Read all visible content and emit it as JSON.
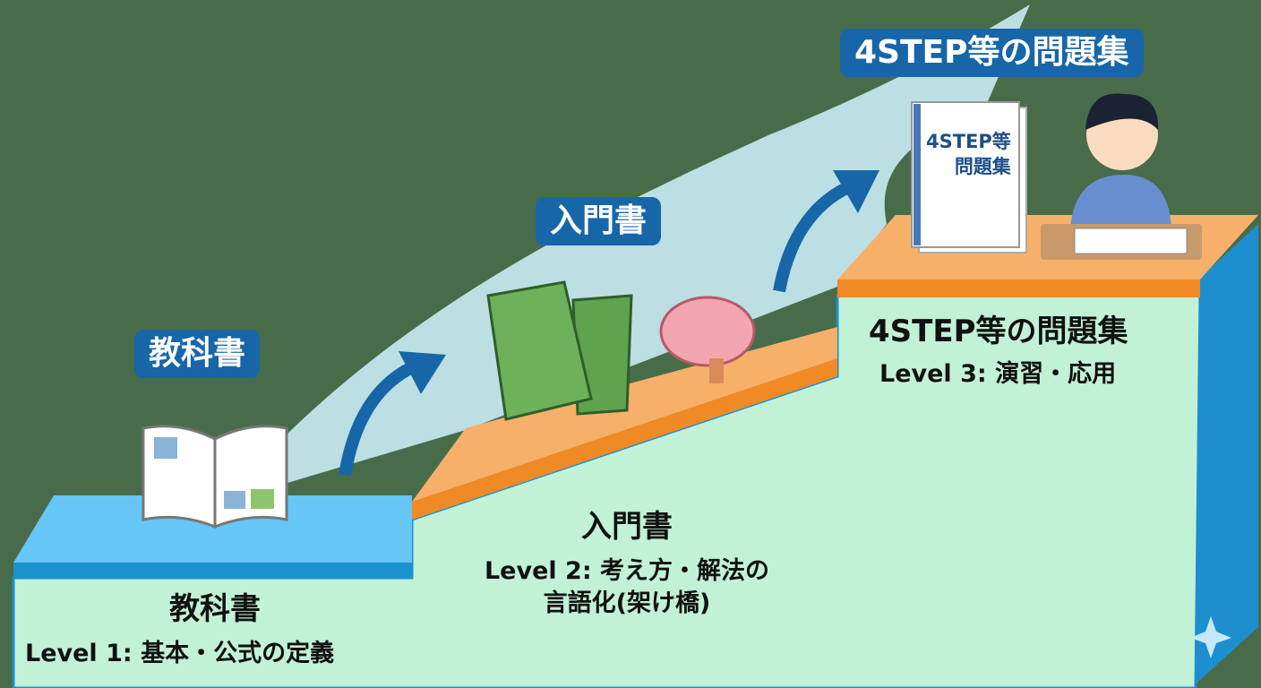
{
  "tags": {
    "step1": "教科書",
    "step2": "入門書",
    "step3": "4STEP等の問題集"
  },
  "steps": [
    {
      "title": "教科書",
      "desc": "Level 1: 基本・公式の定義"
    },
    {
      "title": "入門書",
      "desc_line1": "Level 2: 考え方・解法の",
      "desc_line2": "言語化(架け橋)"
    },
    {
      "title": "4STEP等の問題集",
      "desc": "Level 3: 演習・応用"
    }
  ],
  "book_cover": {
    "line1": "4STEP等",
    "line2": "問題集"
  },
  "colors": {
    "background": "#486c49",
    "tag": "#1766a8",
    "step1_top": "#66c6f6",
    "step_top_orange": "#f7b06a",
    "front": "#c2f2d6"
  }
}
